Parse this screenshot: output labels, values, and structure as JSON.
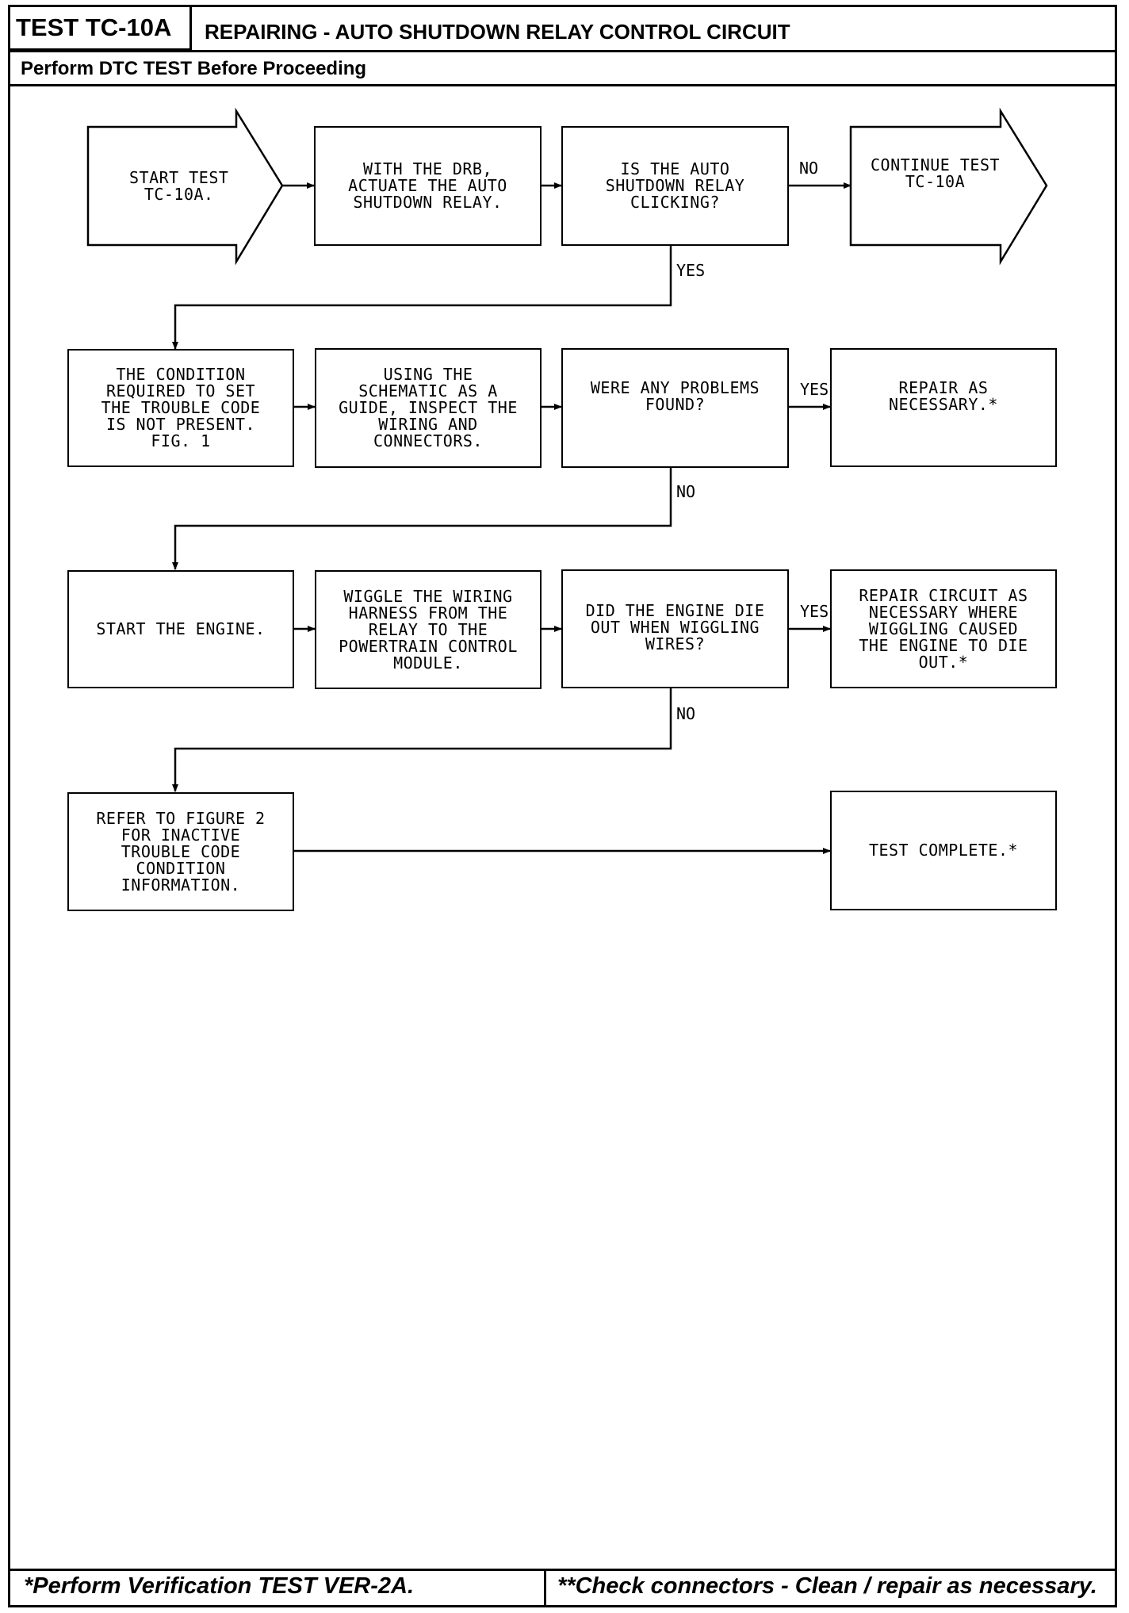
{
  "header": {
    "test_id": "TEST TC-10A",
    "title": "REPAIRING - AUTO SHUTDOWN RELAY CONTROL CIRCUIT",
    "subtitle": "Perform DTC TEST Before Proceeding"
  },
  "flow": {
    "start": "START TEST\nTC-10A.",
    "actuate": "WITH THE DRB,\nACTUATE THE AUTO\nSHUTDOWN RELAY.",
    "q_clicking": "IS THE AUTO\nSHUTDOWN RELAY\nCLICKING?",
    "continue": "CONTINUE TEST\nTC-10A",
    "condition": "THE CONDITION\nREQUIRED TO SET\nTHE TROUBLE CODE\nIS NOT PRESENT.\nFIG. 1",
    "inspect": "USING THE\nSCHEMATIC AS A\nGUIDE, INSPECT THE\nWIRING AND\nCONNECTORS.",
    "q_problems": "WERE ANY PROBLEMS\nFOUND?",
    "repair": "REPAIR AS\nNECESSARY.*",
    "start_engine": "START THE ENGINE.",
    "wiggle": "WIGGLE THE WIRING\nHARNESS FROM THE\nRELAY TO THE\nPOWERTRAIN CONTROL\nMODULE.",
    "q_die": "DID THE ENGINE DIE\nOUT WHEN WIGGLING\nWIRES?",
    "repair_circuit": "REPAIR CIRCUIT AS\nNECESSARY WHERE\nWIGGLING CAUSED\nTHE ENGINE TO DIE\nOUT.*",
    "refer": "REFER TO FIGURE 2\nFOR INACTIVE\nTROUBLE CODE\nCONDITION\nINFORMATION.",
    "complete": "TEST COMPLETE.*"
  },
  "labels": {
    "no": "NO",
    "yes": "YES"
  },
  "footer": {
    "left": "*Perform Verification TEST VER-2A.",
    "right": "**Check connectors - Clean / repair as necessary."
  }
}
